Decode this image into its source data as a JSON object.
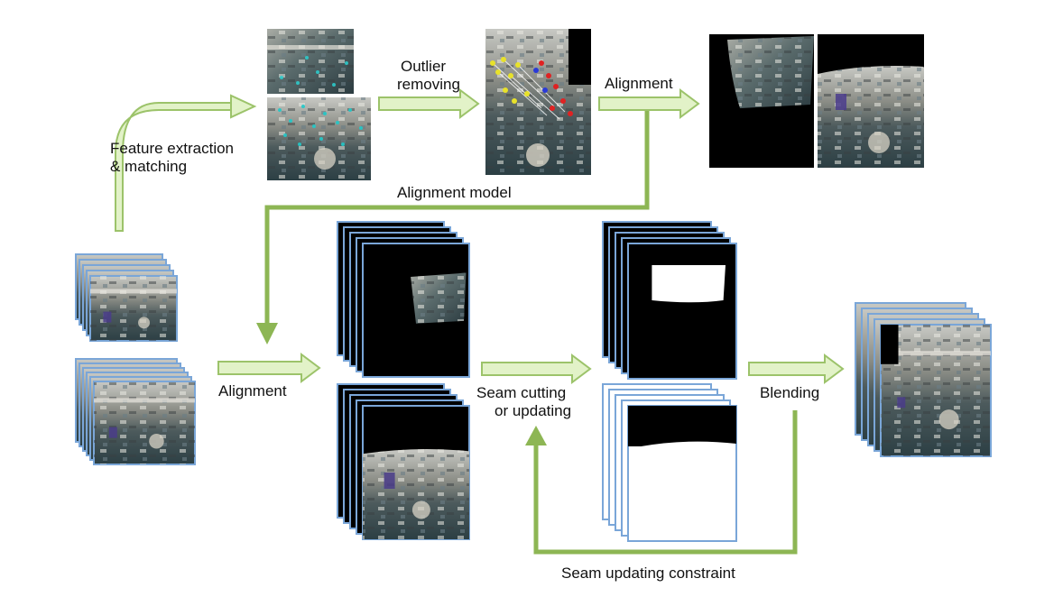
{
  "labels": {
    "feature_extraction_line1": "Feature extraction",
    "feature_extraction_line2": "& matching",
    "outlier_line1": "Outlier",
    "outlier_line2": "removing",
    "alignment_top": "Alignment",
    "alignment_model": "Alignment model",
    "alignment_left": "Alignment",
    "seam_line1": "Seam cutting",
    "seam_line2": "or updating",
    "blending": "Blending",
    "seam_constraint": "Seam updating constraint"
  },
  "colors": {
    "arrow_fill": "#e2f2c8",
    "arrow_stroke": "#9cc36a",
    "connector": "#8db654",
    "frame_border": "#7aa6d8",
    "background": "#ffffff",
    "mask_black": "#000000",
    "mask_white": "#ffffff"
  },
  "image_stacks": [
    {
      "name": "input-stack-upper",
      "count": 5
    },
    {
      "name": "input-stack-lower",
      "count": 6
    },
    {
      "name": "aligned-stack-upper",
      "count": 5
    },
    {
      "name": "aligned-stack-lower",
      "count": 5
    },
    {
      "name": "mask-stack-upper",
      "count": 5
    },
    {
      "name": "mask-stack-lower",
      "count": 5
    },
    {
      "name": "blended-stack",
      "count": 5
    }
  ]
}
